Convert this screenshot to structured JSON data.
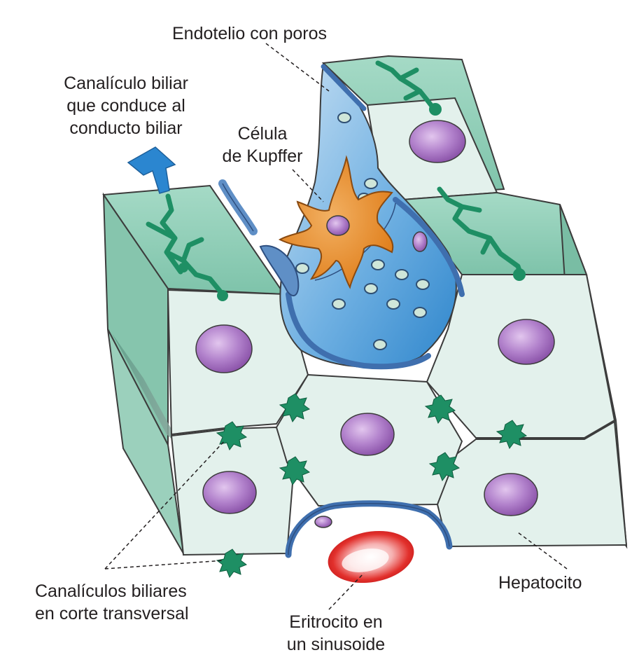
{
  "labels": {
    "endothelium": "Endotelio con poros",
    "bile_canaliculus": [
      "Canalículo biliar",
      "que conduce al",
      "conducto biliar"
    ],
    "kupffer": [
      "Célula",
      "de Kupffer"
    ],
    "canaliculi_cross": [
      "Canalículos biliares",
      "en corte transversal"
    ],
    "erythrocyte": [
      "Eritrocito en",
      "un sinusoide"
    ],
    "hepatocyte": "Hepatocito"
  },
  "colors": {
    "hepatocyte_face": "#e3f1ec",
    "hepatocyte_top": "#8fcfb8",
    "hepatocyte_side": "#6fb9a0",
    "canaliculus": "#1e8f64",
    "nucleus": "#a56cc1",
    "sinusoid_light": "#b6d6ee",
    "sinusoid_dark": "#3a8fd0",
    "endothelium": "#5f8fc6",
    "kupffer_cell": "#e58f2a",
    "erythrocyte": "#e32a2a",
    "arrow": "#2b86d0"
  }
}
